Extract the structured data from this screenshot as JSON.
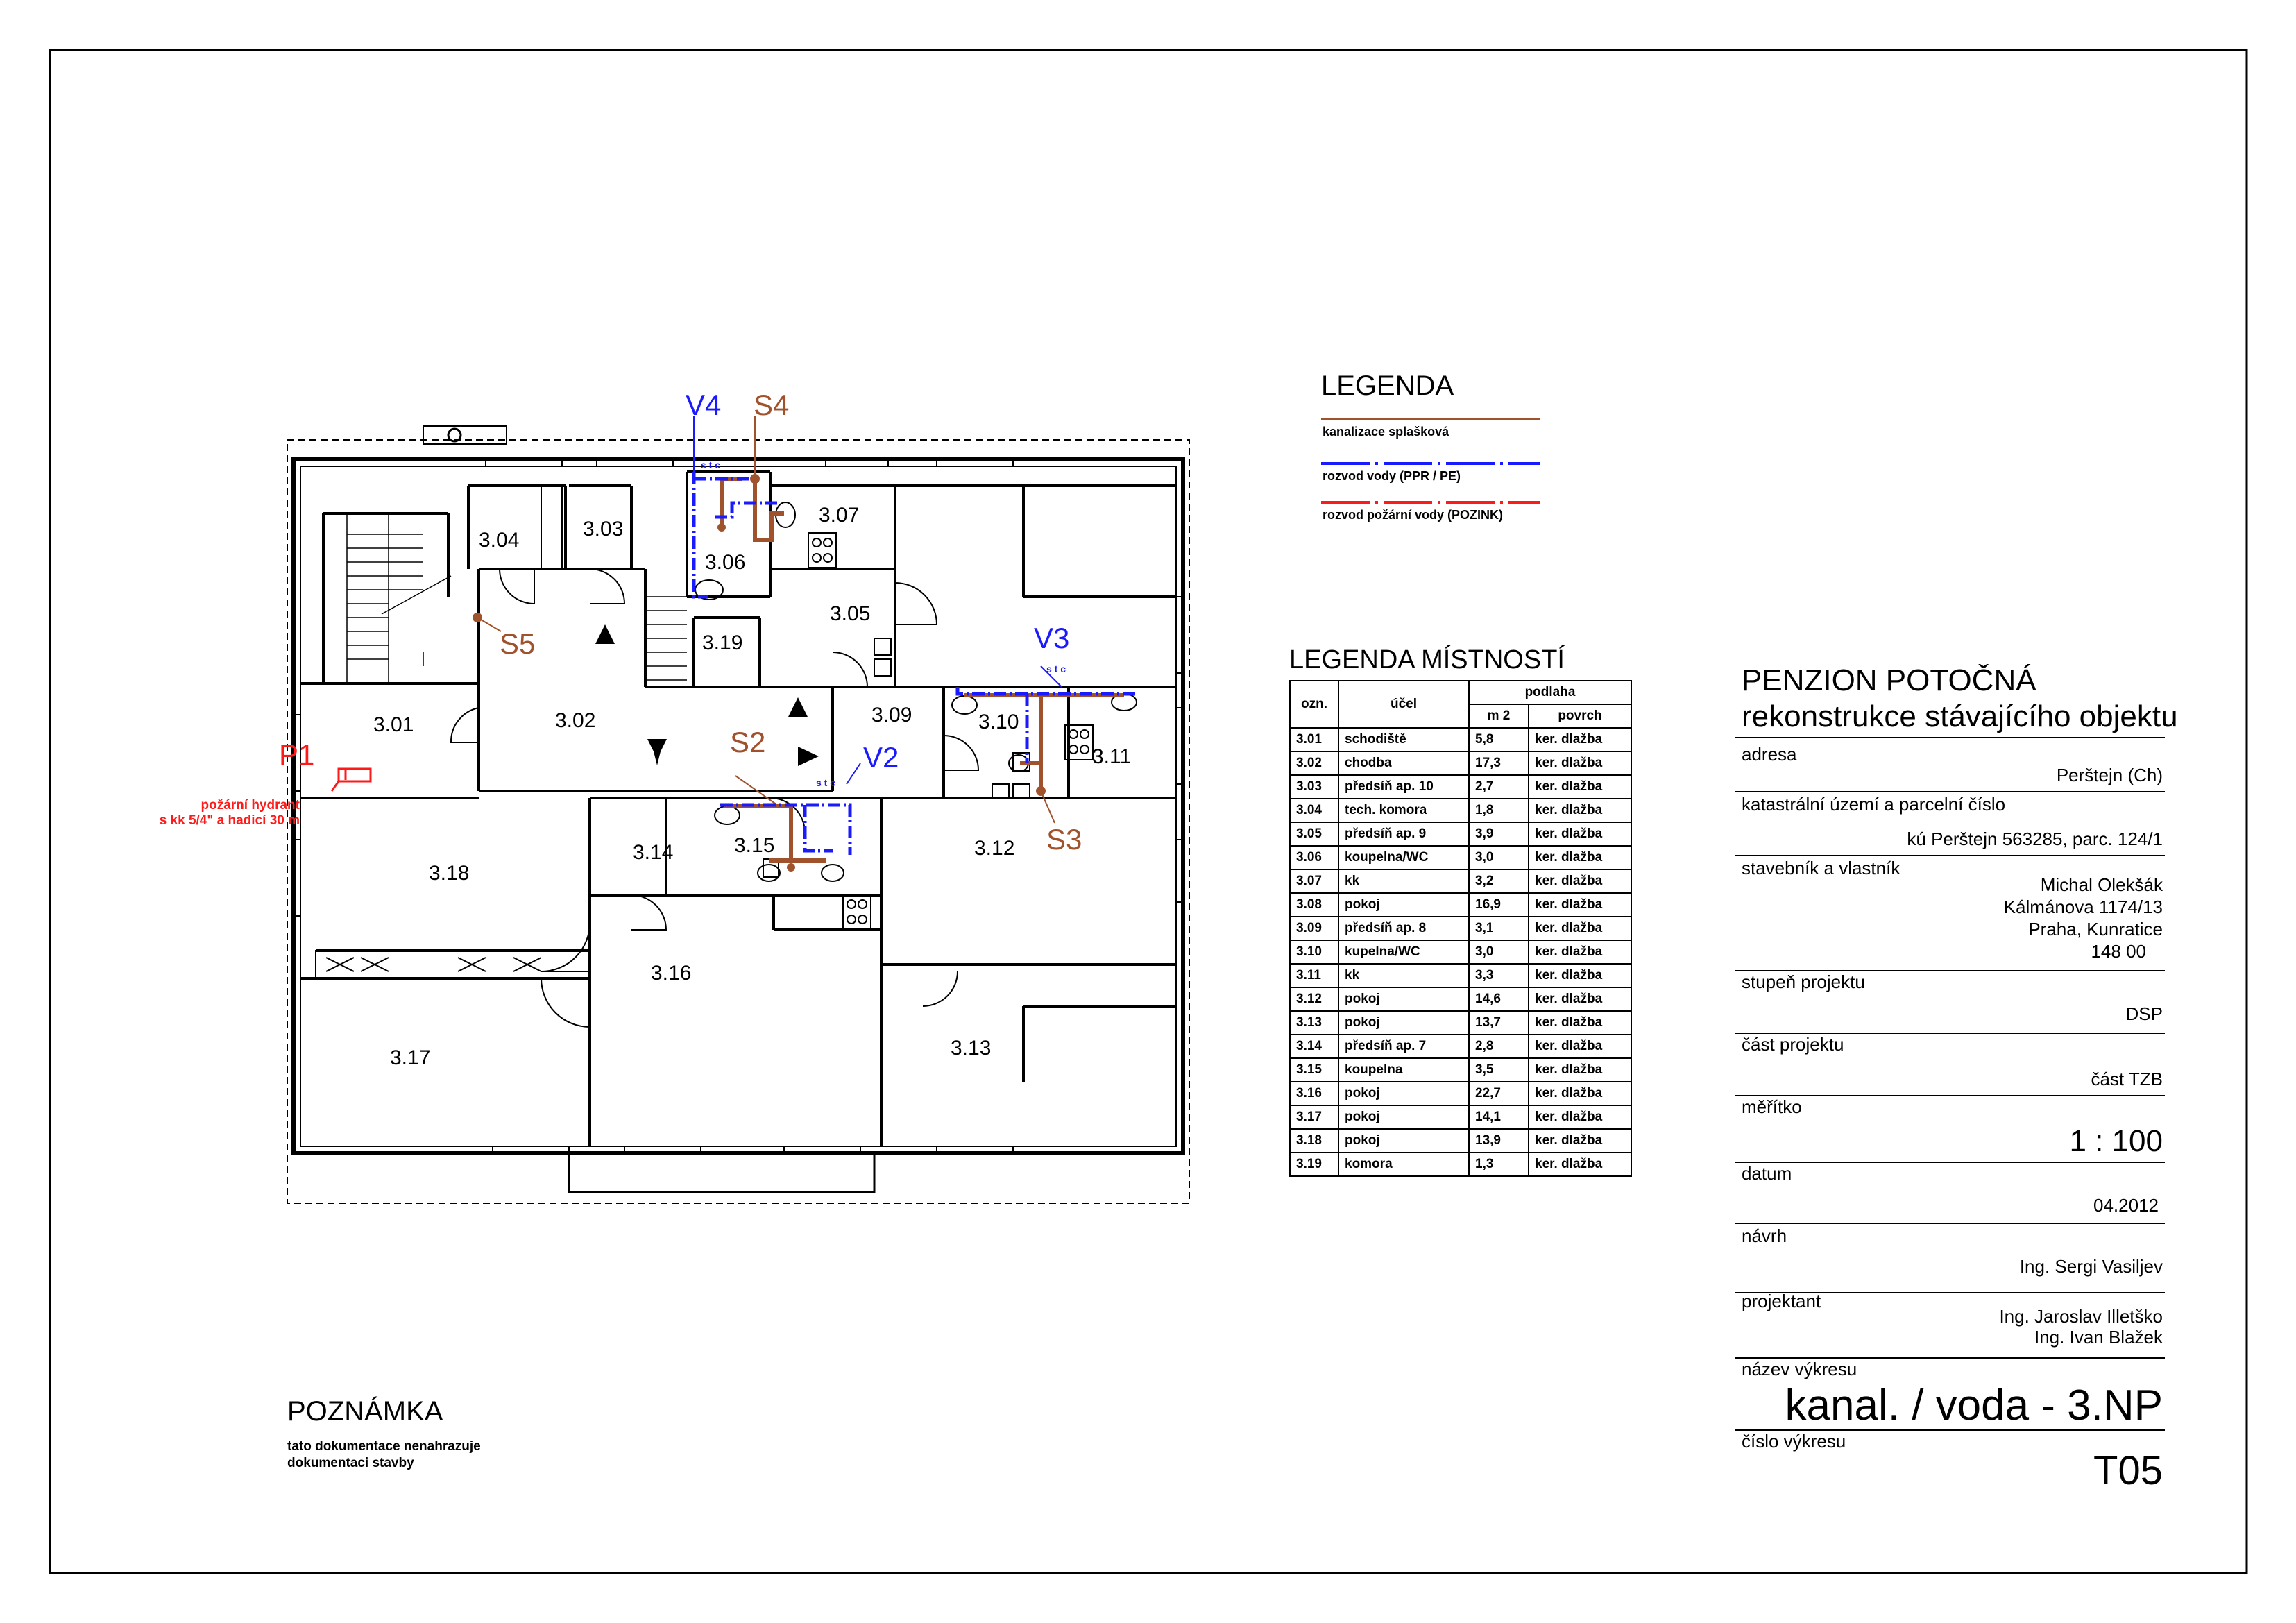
{
  "legend": {
    "title": "LEGENDA",
    "items": [
      {
        "label": "kanalizace splašková",
        "color": "#a0522d"
      },
      {
        "label": "rozvod vody (PPR / PE)",
        "color": "#1a1aff"
      },
      {
        "label": "rozvod požární vody (POZINK)",
        "color": "#ff1a1a"
      }
    ]
  },
  "room_legend": {
    "title": "LEGENDA MÍSTNOSTÍ",
    "headers": {
      "code": "ozn.",
      "purpose": "účel",
      "floor": "podlaha",
      "area": "m 2",
      "surface": "povrch"
    },
    "rows": [
      [
        "3.01",
        "schodiště",
        "5,8",
        "ker. dlažba"
      ],
      [
        "3.02",
        "chodba",
        "17,3",
        "ker. dlažba"
      ],
      [
        "3.03",
        "předsíň ap. 10",
        "2,7",
        "ker. dlažba"
      ],
      [
        "3.04",
        "tech. komora",
        "1,8",
        "ker. dlažba"
      ],
      [
        "3.05",
        "předsíň ap. 9",
        "3,9",
        "ker. dlažba"
      ],
      [
        "3.06",
        "koupelna/WC",
        "3,0",
        "ker. dlažba"
      ],
      [
        "3.07",
        "kk",
        "3,2",
        "ker. dlažba"
      ],
      [
        "3.08",
        "pokoj",
        "16,9",
        "ker. dlažba"
      ],
      [
        "3.09",
        "předsíň ap. 8",
        "3,1",
        "ker. dlažba"
      ],
      [
        "3.10",
        "kupelna/WC",
        "3,0",
        "ker. dlažba"
      ],
      [
        "3.11",
        "kk",
        "3,3",
        "ker. dlažba"
      ],
      [
        "3.12",
        "pokoj",
        "14,6",
        "ker. dlažba"
      ],
      [
        "3.13",
        "pokoj",
        "13,7",
        "ker. dlažba"
      ],
      [
        "3.14",
        "předsíň ap. 7",
        "2,8",
        "ker. dlažba"
      ],
      [
        "3.15",
        "koupelna",
        "3,5",
        "ker. dlažba"
      ],
      [
        "3.16",
        "pokoj",
        "22,7",
        "ker. dlažba"
      ],
      [
        "3.17",
        "pokoj",
        "14,1",
        "ker. dlažba"
      ],
      [
        "3.18",
        "pokoj",
        "13,9",
        "ker. dlažba"
      ],
      [
        "3.19",
        "komora",
        "1,3",
        "ker. dlažba"
      ]
    ]
  },
  "title_block": {
    "project": "PENZION POTOČNÁ",
    "subtitle": "rekonstrukce stávajícího objektu",
    "address_label": "adresa",
    "address": "Perštejn (Ch)",
    "cadastre_label": "katastrální území a parcelní číslo",
    "cadastre": "kú Perštejn 563285, parc. 124/1",
    "owner_label": "stavebník a vlastník",
    "owner_lines": [
      "Michal Olekšák",
      "Kálmánova 1174/13",
      "Praha, Kunratice",
      "148 00"
    ],
    "stage_label": "stupeň projektu",
    "stage": "DSP",
    "part_label": "část projektu",
    "part": "část TZB",
    "scale_label": "měřítko",
    "scale": "1 : 100",
    "date_label": "datum",
    "date": "04.2012",
    "design_label": "návrh",
    "design": "Ing. Sergi Vasiljev",
    "designer_label": "projektant",
    "designers": [
      "Ing. Jaroslav Illetško",
      "Ing. Ivan Blažek"
    ],
    "drawing_name_label": "název výkresu",
    "drawing_name": "kanal. / voda - 3.NP",
    "drawing_no_label": "číslo výkresu",
    "drawing_no": "T05"
  },
  "note": {
    "title": "POZNÁMKA",
    "lines": [
      "tato dokumentace nenahrazuje",
      "dokumentaci stavby"
    ]
  },
  "plan": {
    "rooms": [
      "3.01",
      "3.02",
      "3.03",
      "3.04",
      "3.05",
      "3.06",
      "3.07",
      "3.09",
      "3.10",
      "3.11",
      "3.12",
      "3.13",
      "3.14",
      "3.15",
      "3.16",
      "3.17",
      "3.18",
      "3.19"
    ],
    "risers": [
      {
        "id": "V4",
        "color": "#1a1aff"
      },
      {
        "id": "S4",
        "color": "#a0522d"
      },
      {
        "id": "V3",
        "color": "#1a1aff"
      },
      {
        "id": "S5",
        "color": "#a0522d"
      },
      {
        "id": "S2",
        "color": "#a0522d"
      },
      {
        "id": "V2",
        "color": "#1a1aff"
      },
      {
        "id": "S3",
        "color": "#a0522d"
      },
      {
        "id": "P1",
        "color": "#ff1a1a"
      }
    ],
    "hydrant_note": [
      "požární hydrant",
      "s kk 5/4\" a hadicí 30 m"
    ],
    "riser_tag": "s t c"
  }
}
